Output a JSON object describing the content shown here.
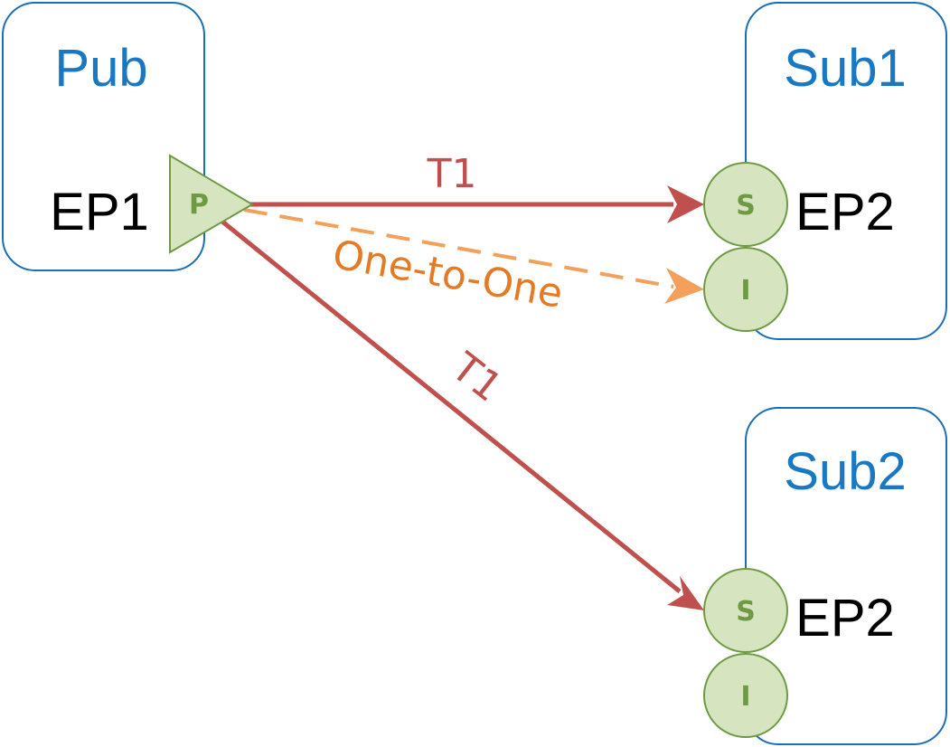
{
  "nodes": {
    "pub": {
      "title": "Pub",
      "endpoint": "EP1",
      "port": "P"
    },
    "sub1": {
      "title": "Sub1",
      "endpoint": "EP2",
      "ports": [
        "S",
        "I"
      ]
    },
    "sub2": {
      "title": "Sub2",
      "endpoint": "EP2",
      "ports": [
        "S",
        "I"
      ]
    }
  },
  "edges": {
    "pub_to_sub1_topic": "T1",
    "pub_to_sub1_one_to_one": "One-to-One",
    "pub_to_sub2_topic": "T1"
  },
  "colors": {
    "box_border": "#1a6fb5",
    "title_text": "#1a78c2",
    "port_fill": "#d6e4bf",
    "port_stroke": "#6f9a45",
    "topic_arrow": "#c0504d",
    "one_to_one_arrow": "#f2a05a",
    "one_to_one_text": "#e57a25"
  }
}
